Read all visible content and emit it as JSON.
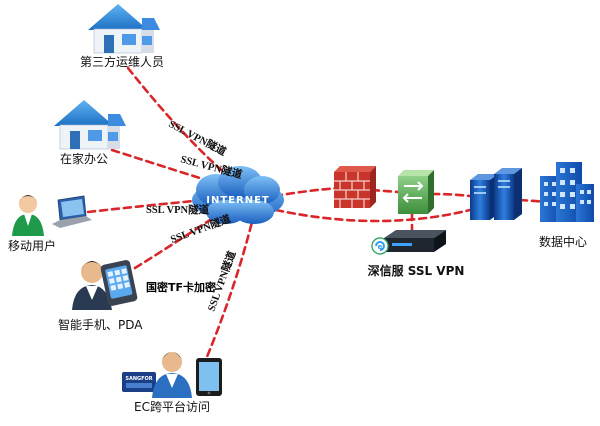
{
  "nodes": {
    "third_party_ops": "第三方运维人员",
    "home_office": "在家办公",
    "mobile_user": "移动用户",
    "smartphone_pda": "智能手机、PDA",
    "ec_cross_platform": "EC跨平台访问",
    "sangfor_vpn": "深信服 SSL VPN",
    "data_center": "数据中心"
  },
  "internet_label": "INTERNET",
  "tunnel_label": "SSL VPN隧道",
  "gm_tf_label": "国密TF卡加密",
  "sangfor_logo": "SANGFOR",
  "colors": {
    "tunnel": "#d9262a",
    "cloud": "#1e6fd0",
    "house_roof": "#2e8ad8"
  }
}
